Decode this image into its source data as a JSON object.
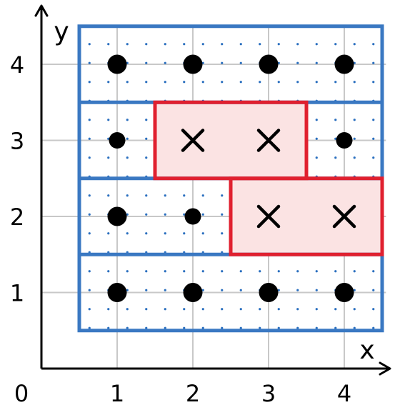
{
  "axes": {
    "x_label": "x",
    "y_label": "y",
    "origin_label": "0",
    "x_ticks": [
      "1",
      "2",
      "3",
      "4"
    ],
    "y_ticks": [
      "1",
      "2",
      "3",
      "4"
    ]
  },
  "colors": {
    "blue_border": "#3a78c2",
    "red_border": "#e0202f",
    "red_fill": "#fbe3e3",
    "dot_pattern": "#2a6fbf",
    "grid": "#c8c8c8",
    "marker": "#000000",
    "axis": "#000000"
  },
  "regions": {
    "outer_blue_box": {
      "x_range": [
        0.5,
        4.5
      ],
      "y_range": [
        0.5,
        4.5
      ]
    },
    "blue_row_dividers_y": [
      1.5,
      2.5,
      3.5
    ],
    "red_cells": [
      {
        "x_range": [
          1.5,
          3.5
        ],
        "y_range": [
          2.5,
          3.5
        ]
      },
      {
        "x_range": [
          2.5,
          4.5
        ],
        "y_range": [
          1.5,
          2.5
        ]
      }
    ]
  },
  "markers": [
    {
      "x": 1,
      "y": 4,
      "type": "dot-large"
    },
    {
      "x": 2,
      "y": 4,
      "type": "dot-large"
    },
    {
      "x": 3,
      "y": 4,
      "type": "dot-large"
    },
    {
      "x": 4,
      "y": 4,
      "type": "dot-large"
    },
    {
      "x": 1,
      "y": 3,
      "type": "dot-small"
    },
    {
      "x": 2,
      "y": 3,
      "type": "cross"
    },
    {
      "x": 3,
      "y": 3,
      "type": "cross"
    },
    {
      "x": 4,
      "y": 3,
      "type": "dot-small"
    },
    {
      "x": 1,
      "y": 2,
      "type": "dot-large"
    },
    {
      "x": 2,
      "y": 2,
      "type": "dot-small"
    },
    {
      "x": 3,
      "y": 2,
      "type": "cross"
    },
    {
      "x": 4,
      "y": 2,
      "type": "cross"
    },
    {
      "x": 1,
      "y": 1,
      "type": "dot-large"
    },
    {
      "x": 2,
      "y": 1,
      "type": "dot-large"
    },
    {
      "x": 3,
      "y": 1,
      "type": "dot-large"
    },
    {
      "x": 4,
      "y": 1,
      "type": "dot-large"
    }
  ]
}
